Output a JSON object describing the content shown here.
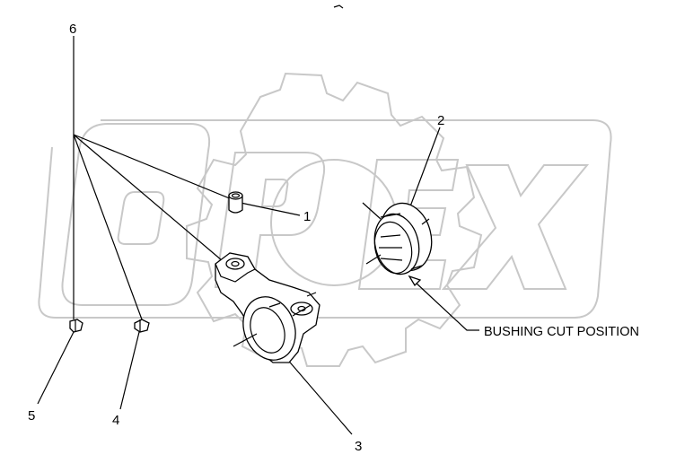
{
  "callouts": {
    "c1": "1",
    "c2": "2",
    "c3": "3",
    "c4": "4",
    "c5": "5",
    "c6": "6"
  },
  "annotation": {
    "bushing_cut": "BUSHING CUT POSITION"
  },
  "watermark": {
    "text": "OPEX",
    "color": "#c8c8c8"
  },
  "colors": {
    "line": "#000000",
    "background": "#ffffff"
  }
}
